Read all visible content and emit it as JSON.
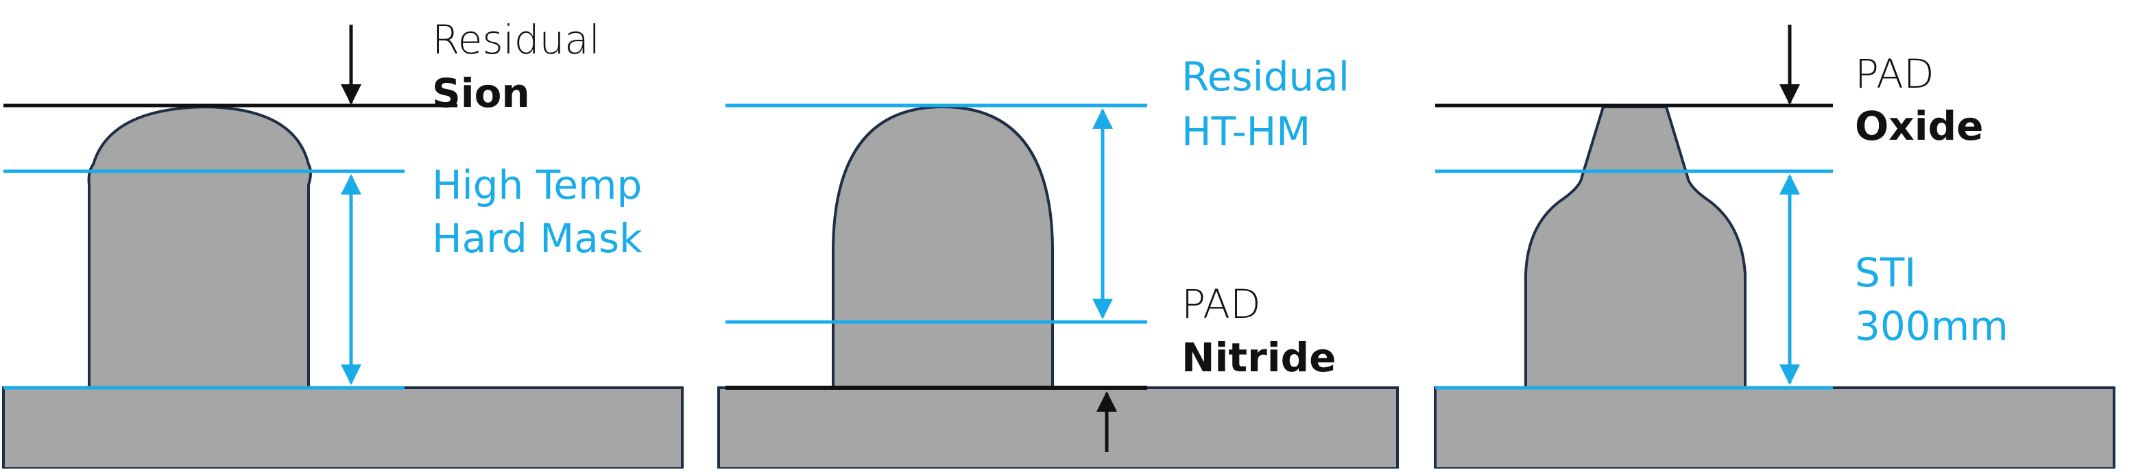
{
  "colors": {
    "blue": "#1aace8",
    "black": "#111111",
    "fill": "#a6a6a6",
    "outline": "#1f2d45"
  },
  "panels": [
    {
      "id": "panel-1",
      "labels": [
        {
          "text": "Residual",
          "style": "black-light"
        },
        {
          "text": "Sion",
          "style": "black-bold"
        },
        {
          "text": "High Temp",
          "style": "blue"
        },
        {
          "text": "Hard Mask",
          "style": "blue"
        }
      ]
    },
    {
      "id": "panel-2",
      "labels": [
        {
          "text": "Residual",
          "style": "blue"
        },
        {
          "text": "HT-HM",
          "style": "blue"
        },
        {
          "text": "PAD",
          "style": "black-light"
        },
        {
          "text": "Nitride",
          "style": "black-bold"
        }
      ]
    },
    {
      "id": "panel-3",
      "labels": [
        {
          "text": "PAD",
          "style": "black-light"
        },
        {
          "text": "Oxide",
          "style": "black-bold"
        },
        {
          "text": "STI",
          "style": "blue"
        },
        {
          "text": "300mm",
          "style": "blue"
        }
      ]
    }
  ]
}
